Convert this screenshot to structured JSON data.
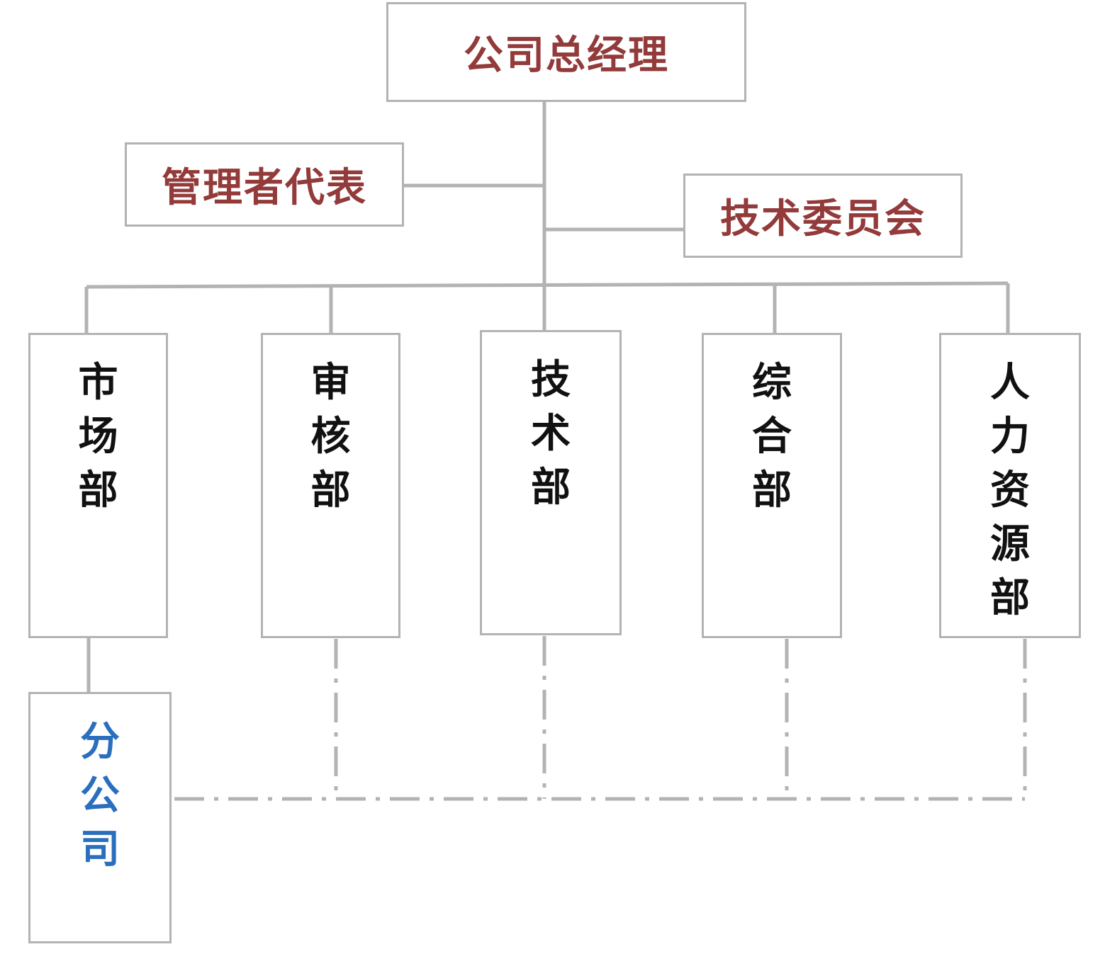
{
  "top": {
    "label": "公司总经理"
  },
  "left_staff": {
    "label": "管理者代表"
  },
  "right_staff": {
    "label": "技术委员会"
  },
  "departments": [
    {
      "label": "市场部"
    },
    {
      "label": "审核部"
    },
    {
      "label": "技术部"
    },
    {
      "label": "综合部"
    },
    {
      "label": "人力资源部"
    }
  ],
  "branch": {
    "label": "分公司"
  },
  "colors": {
    "staff_text": "#933a3a",
    "dept_text": "#111111",
    "branch_text": "#2a6fbe",
    "lines": "#b3b3b3"
  }
}
